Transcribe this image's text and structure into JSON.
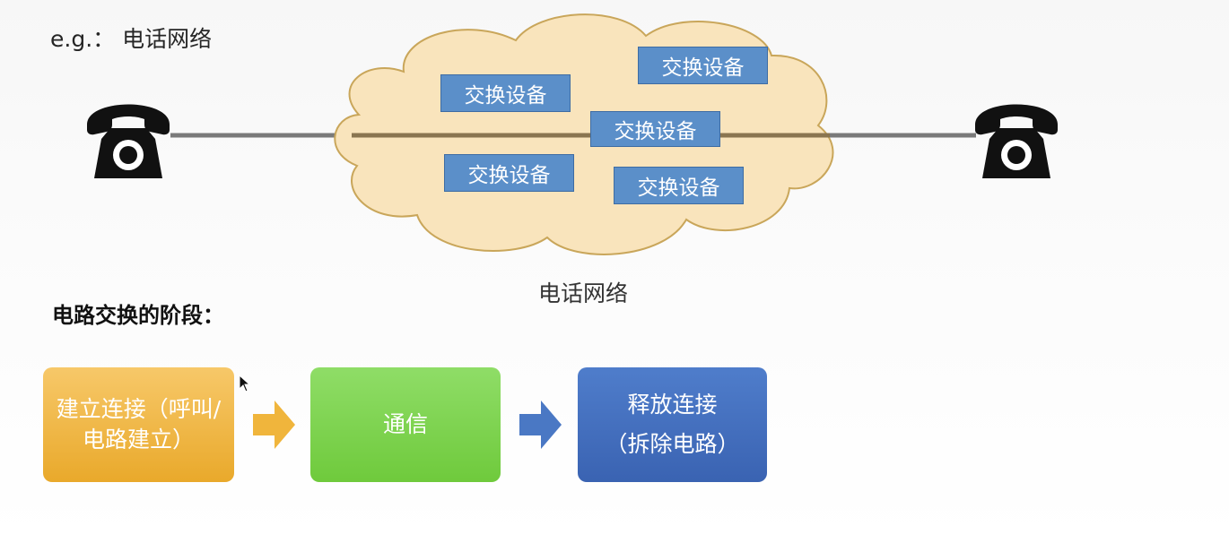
{
  "heading": "e.g.： 电话网络",
  "cloud_caption": "电话网络",
  "switch_label": "交换设备",
  "switches": [
    "交换设备",
    "交换设备",
    "交换设备",
    "交换设备",
    "交换设备"
  ],
  "stages_title": "电路交换的阶段：",
  "stages": [
    {
      "label": "建立连接（呼叫/电路建立）"
    },
    {
      "label": "通信"
    },
    {
      "label_line1": "释放连接",
      "label_line2": "（拆除电路）"
    }
  ],
  "colors": {
    "cloud_fill": "#f9e4bc",
    "cloud_stroke": "#c9a65a",
    "switch_fill": "#5b8fc9",
    "stage1": "#f1b943",
    "stage2": "#7dd352",
    "stage3": "#4671c0",
    "arrow1": "#f0b53c",
    "arrow2": "#4a78c4"
  },
  "icons": [
    "telephone-icon",
    "telephone-icon",
    "arrow-right-icon",
    "arrow-right-icon",
    "cursor-icon"
  ]
}
